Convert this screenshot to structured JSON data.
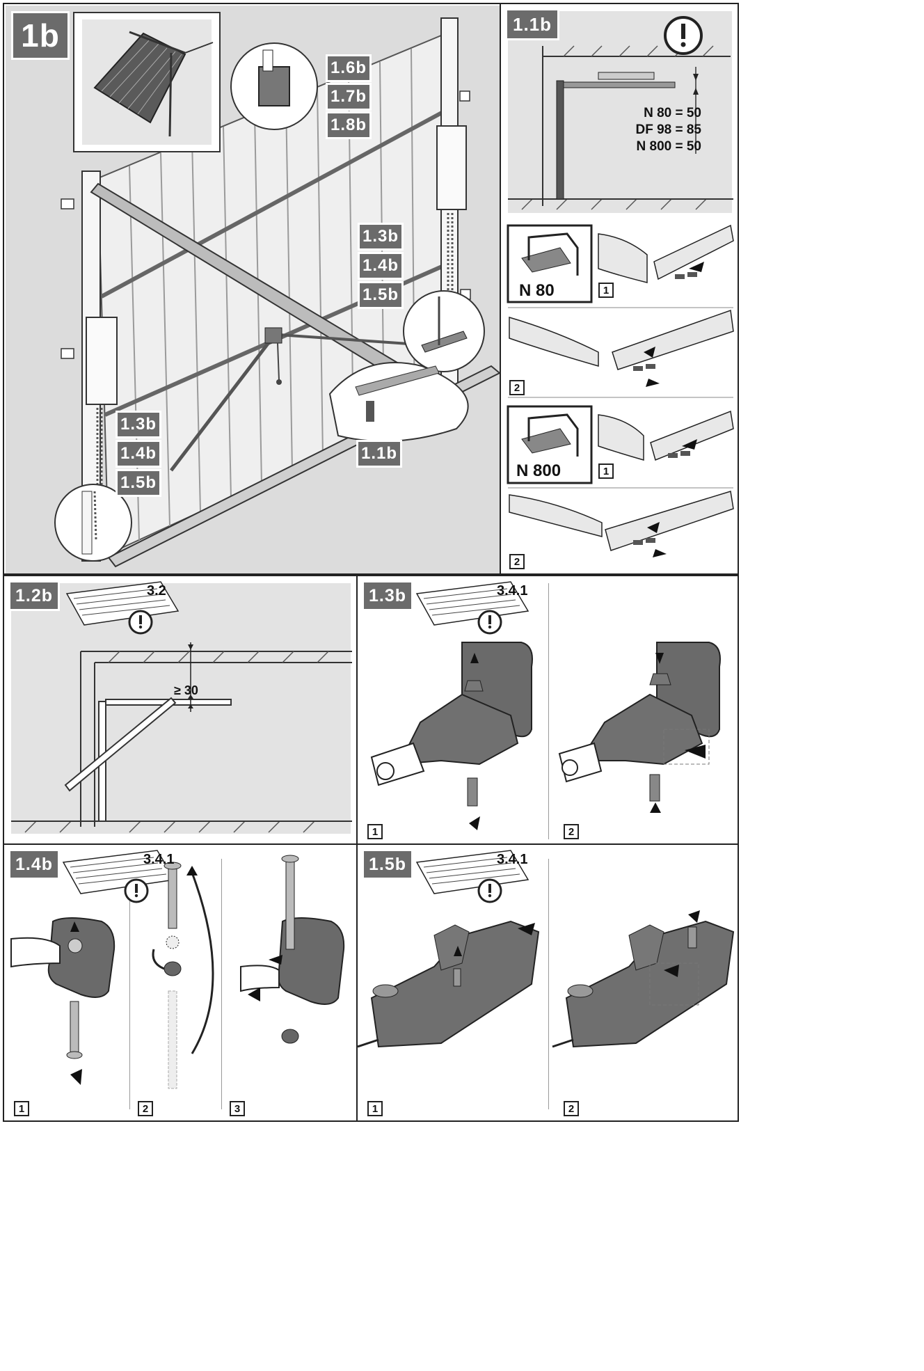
{
  "main": {
    "badge": "1b",
    "callouts_top": [
      "1.6b",
      "1.7b",
      "1.8b"
    ],
    "callouts_right": [
      "1.3b",
      "1.4b",
      "1.5b"
    ],
    "callouts_left": [
      "1.3b",
      "1.4b",
      "1.5b"
    ],
    "callout_bottom": "1.1b"
  },
  "p11b": {
    "badge": "1.1b",
    "dims": [
      "N 80 = 50",
      "DF 98 = 85",
      "N 800 = 50"
    ],
    "n80_label": "N 80",
    "n800_label": "N 800",
    "steps": [
      "1",
      "2"
    ]
  },
  "p12b": {
    "badge": "1.2b",
    "ref": "3.2",
    "gap": "≥ 30"
  },
  "p13b": {
    "badge": "1.3b",
    "ref": "3.4.1",
    "steps": [
      "1",
      "2"
    ]
  },
  "p14b": {
    "badge": "1.4b",
    "ref": "3.4.1",
    "steps": [
      "1",
      "2",
      "3"
    ]
  },
  "p15b": {
    "badge": "1.5b",
    "ref": "3.4.1",
    "steps": [
      "1",
      "2"
    ]
  }
}
